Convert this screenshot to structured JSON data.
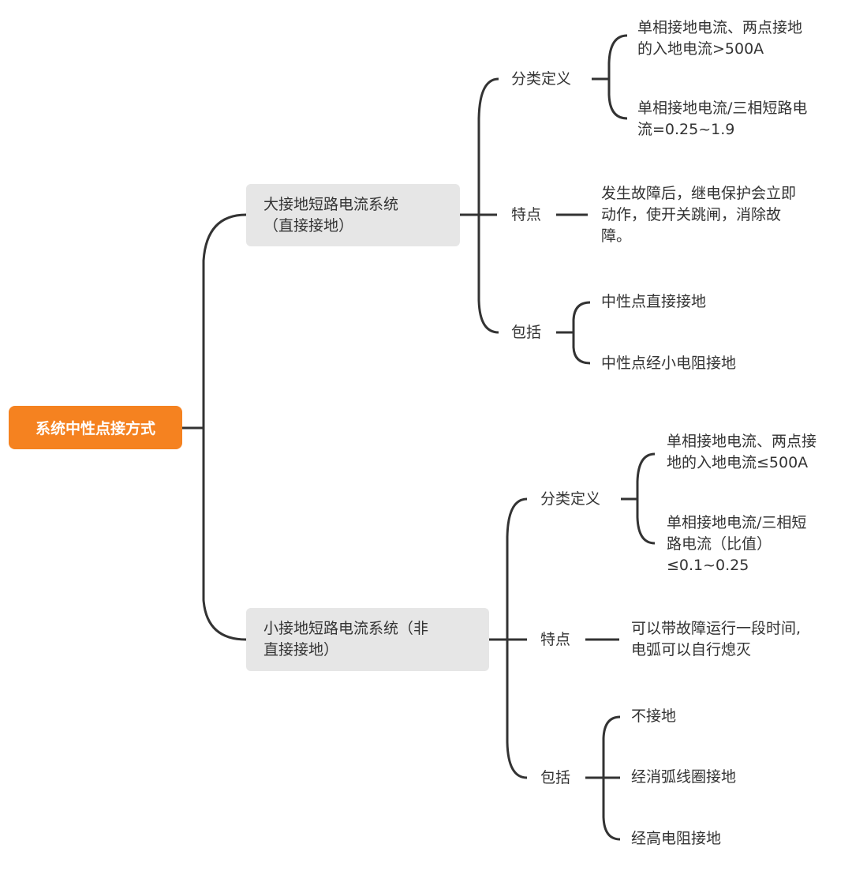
{
  "root": {
    "label": "系统中性点接方式",
    "color": "#f58220"
  },
  "branches": [
    {
      "label": "大接地短路电流系统\n（直接接地）",
      "children": [
        {
          "label": "分类定义",
          "leaves": [
            "单相接地电流、两点接地\n的入地电流>500A",
            "单相接地电流/三相短路电\n流=0.25~1.9"
          ]
        },
        {
          "label": "特点",
          "leaves": [
            "发生故障后，继电保护会立即\n动作，使开关跳闸，消除故\n障。"
          ]
        },
        {
          "label": "包括",
          "leaves": [
            "中性点直接接地",
            "中性点经小电阻接地"
          ]
        }
      ]
    },
    {
      "label": "小接地短路电流系统（非\n直接接地）",
      "children": [
        {
          "label": "分类定义",
          "leaves": [
            "单相接地电流、两点接\n地的入地电流≤500A",
            "单相接地电流/三相短\n路电流（比值）\n≤0.1~0.25"
          ]
        },
        {
          "label": "特点",
          "leaves": [
            "可以带故障运行一段时间,\n电弧可以自行熄灭"
          ]
        },
        {
          "label": "包括",
          "leaves": [
            "不接地",
            "经消弧线圈接地",
            "经高电阻接地"
          ]
        }
      ]
    }
  ]
}
